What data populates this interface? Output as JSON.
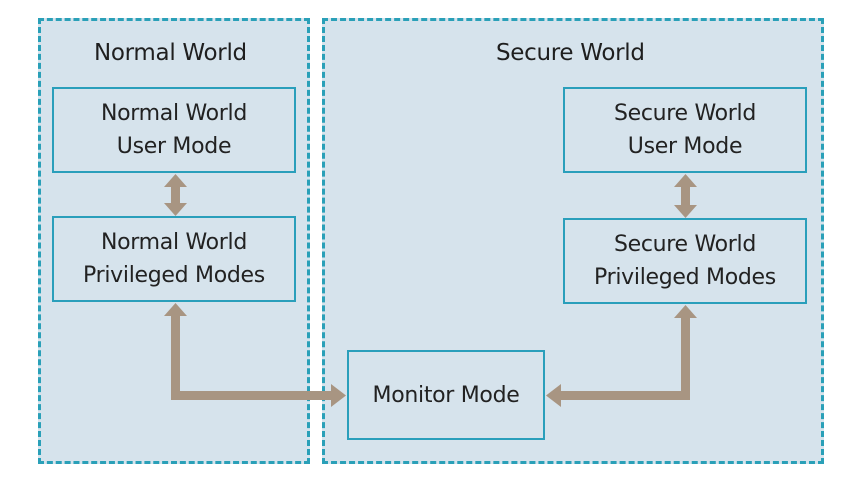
{
  "normal_world": {
    "title": "Normal World",
    "user_mode": {
      "line1": "Normal World",
      "line2": "User Mode"
    },
    "privileged_modes": {
      "line1": "Normal World",
      "line2": "Privileged Modes"
    }
  },
  "secure_world": {
    "title": "Secure World",
    "user_mode": {
      "line1": "Secure World",
      "line2": "User Mode"
    },
    "privileged_modes": {
      "line1": "Secure World",
      "line2": "Privileged Modes"
    }
  },
  "monitor_mode": {
    "label": "Monitor Mode"
  },
  "colors": {
    "world_fill": "#d6e3ec",
    "world_border": "#2aa0b8",
    "box_border": "#2a9fbb",
    "arrow": "#a89582"
  }
}
